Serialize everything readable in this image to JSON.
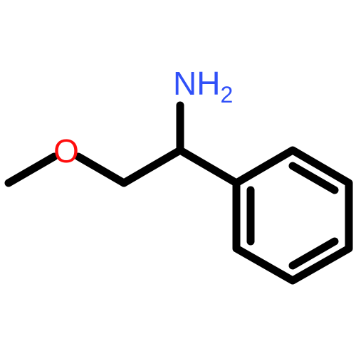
{
  "molecule": {
    "atoms": {
      "nitrogen": {
        "symbol": "NH",
        "subscript": "2",
        "color": "#3050F8"
      },
      "oxygen": {
        "symbol": "O",
        "color": "#FF0D0D"
      }
    },
    "bond_color": "#000000",
    "background": "#ffffff"
  }
}
